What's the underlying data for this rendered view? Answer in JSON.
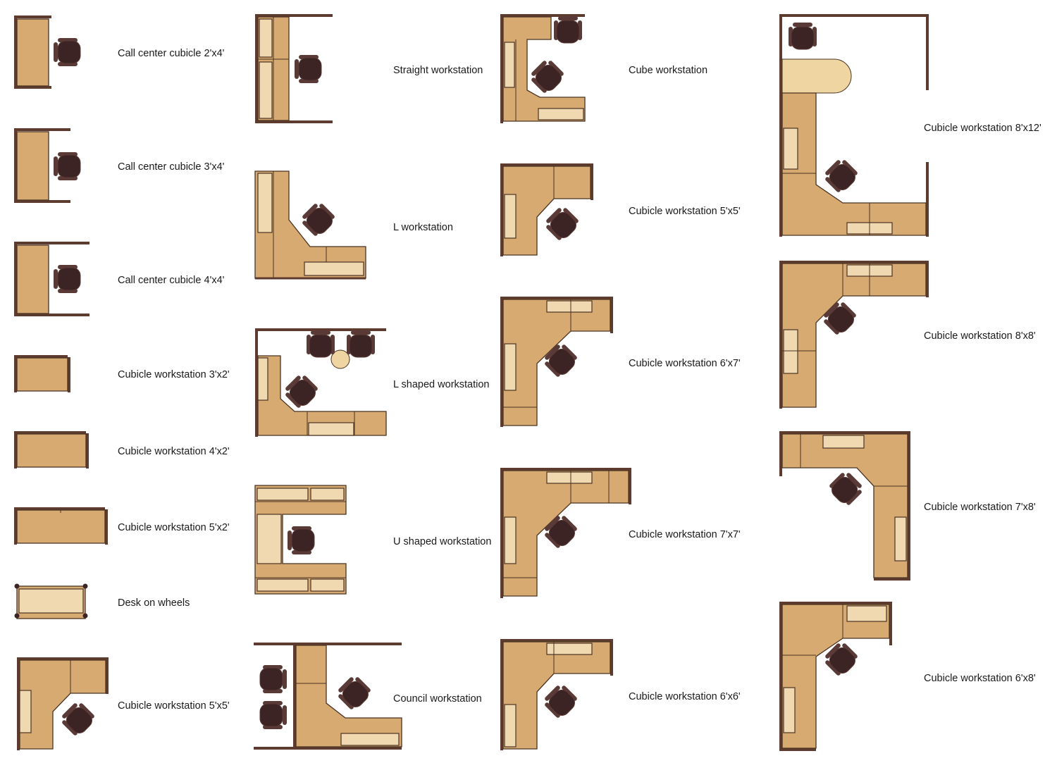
{
  "colors": {
    "desk": "#D7AA72",
    "desk_edge": "#4A3322",
    "panel": "#5E3B2F",
    "drawer": "#F0D9B0",
    "chair": "#3D2424",
    "chair_edge": "#5A3A36",
    "table": "#EFD5A2"
  },
  "items": [
    {
      "id": "call-center-cubicle-2x4",
      "label": "Call center cubicle 2'x4'"
    },
    {
      "id": "call-center-cubicle-3x4",
      "label": "Call center cubicle 3'x4'"
    },
    {
      "id": "call-center-cubicle-4x4",
      "label": "Call center cubicle 4'x4'"
    },
    {
      "id": "cubicle-workstation-3x2",
      "label": "Cubicle workstation 3'x2'"
    },
    {
      "id": "cubicle-workstation-4x2",
      "label": "Cubicle workstation 4'x2'"
    },
    {
      "id": "cubicle-workstation-5x2",
      "label": "Cubicle workstation 5'x2'"
    },
    {
      "id": "desk-on-wheels",
      "label": "Desk on wheels"
    },
    {
      "id": "cubicle-workstation-5x5-a",
      "label": "Cubicle workstation 5'x5'"
    },
    {
      "id": "straight-workstation",
      "label": "Straight workstation"
    },
    {
      "id": "l-workstation",
      "label": "L workstation"
    },
    {
      "id": "l-shaped-workstation",
      "label": "L shaped workstation"
    },
    {
      "id": "u-shaped-workstation",
      "label": "U shaped workstation"
    },
    {
      "id": "council-workstation",
      "label": "Council workstation"
    },
    {
      "id": "cube-workstation",
      "label": "Cube workstation"
    },
    {
      "id": "cubicle-workstation-5x5-b",
      "label": "Cubicle workstation 5'x5'"
    },
    {
      "id": "cubicle-workstation-6x7",
      "label": "Cubicle workstation 6'x7'"
    },
    {
      "id": "cubicle-workstation-7x7",
      "label": "Cubicle workstation 7'x7'"
    },
    {
      "id": "cubicle-workstation-6x6",
      "label": "Cubicle workstation 6'x6'"
    },
    {
      "id": "cubicle-workstation-8x12",
      "label": "Cubicle workstation 8'x12'"
    },
    {
      "id": "cubicle-workstation-8x8",
      "label": "Cubicle workstation 8'x8'"
    },
    {
      "id": "cubicle-workstation-7x8",
      "label": "Cubicle workstation 7'x8'"
    },
    {
      "id": "cubicle-workstation-6x8",
      "label": "Cubicle workstation 6'x8'"
    }
  ]
}
